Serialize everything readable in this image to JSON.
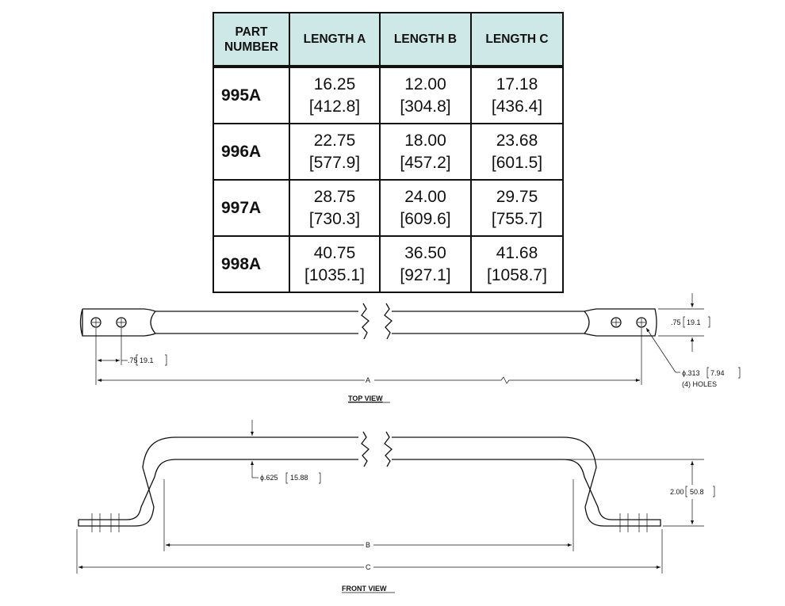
{
  "table": {
    "headers": [
      "PART NUMBER",
      "LENGTH A",
      "LENGTH B",
      "LENGTH C"
    ],
    "rows": [
      {
        "part": "995A",
        "a_in": "16.25",
        "a_mm": "[412.8]",
        "b_in": "12.00",
        "b_mm": "[304.8]",
        "c_in": "17.18",
        "c_mm": "[436.4]"
      },
      {
        "part": "996A",
        "a_in": "22.75",
        "a_mm": "[577.9]",
        "b_in": "18.00",
        "b_mm": "[457.2]",
        "c_in": "23.68",
        "c_mm": "[601.5]"
      },
      {
        "part": "997A",
        "a_in": "28.75",
        "a_mm": "[730.3]",
        "b_in": "24.00",
        "b_mm": "[609.6]",
        "c_in": "29.75",
        "c_mm": "[755.7]"
      },
      {
        "part": "998A",
        "a_in": "40.75",
        "a_mm": "[1035.1]",
        "b_in": "36.50",
        "b_mm": "[927.1]",
        "c_in": "41.68",
        "c_mm": "[1058.7]"
      }
    ],
    "header_color": "#cde8e6"
  },
  "top_view": {
    "title": "TOP VIEW",
    "hole_spacing": ".75",
    "hole_spacing_mm": "19.1",
    "width": ".75",
    "width_mm": "19.1",
    "length_label": "A",
    "hole_dia": "ϕ.313",
    "hole_dia_mm": "7.94",
    "hole_count": "(4) HOLES"
  },
  "front_view": {
    "title": "FRONT VIEW",
    "rod_dia": "ϕ.625",
    "rod_dia_mm": "15.88",
    "height": "2.00",
    "height_mm": "50.8",
    "inner_label": "B",
    "overall_label": "C"
  }
}
